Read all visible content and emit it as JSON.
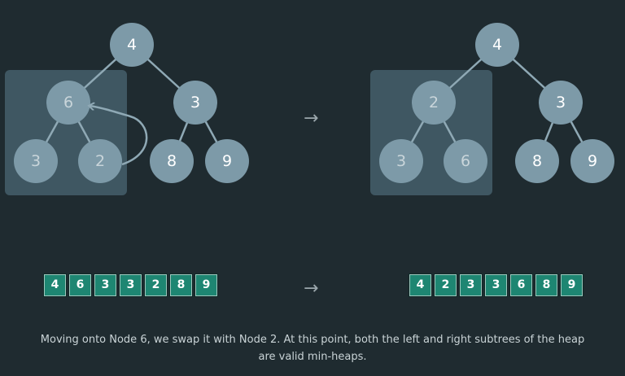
{
  "left_tree": {
    "root": "4",
    "l": "6",
    "r": "3",
    "ll": "3",
    "lr": "2",
    "rl": "8",
    "rr": "9"
  },
  "right_tree": {
    "root": "4",
    "l": "2",
    "r": "3",
    "ll": "3",
    "lr": "6",
    "rl": "8",
    "rr": "9"
  },
  "arrow_symbol": "→",
  "array_before": [
    "4",
    "6",
    "3",
    "3",
    "2",
    "8",
    "9"
  ],
  "array_after": [
    "4",
    "2",
    "3",
    "3",
    "6",
    "8",
    "9"
  ],
  "caption": "Moving onto Node 6, we swap it with Node 2. At this point, both the left and right subtrees of the heap are valid min-heaps.",
  "colors": {
    "background": "#1f2b30",
    "node": "#7d9aa8",
    "highlight": "#3f5762",
    "cell": "#1e8672"
  }
}
